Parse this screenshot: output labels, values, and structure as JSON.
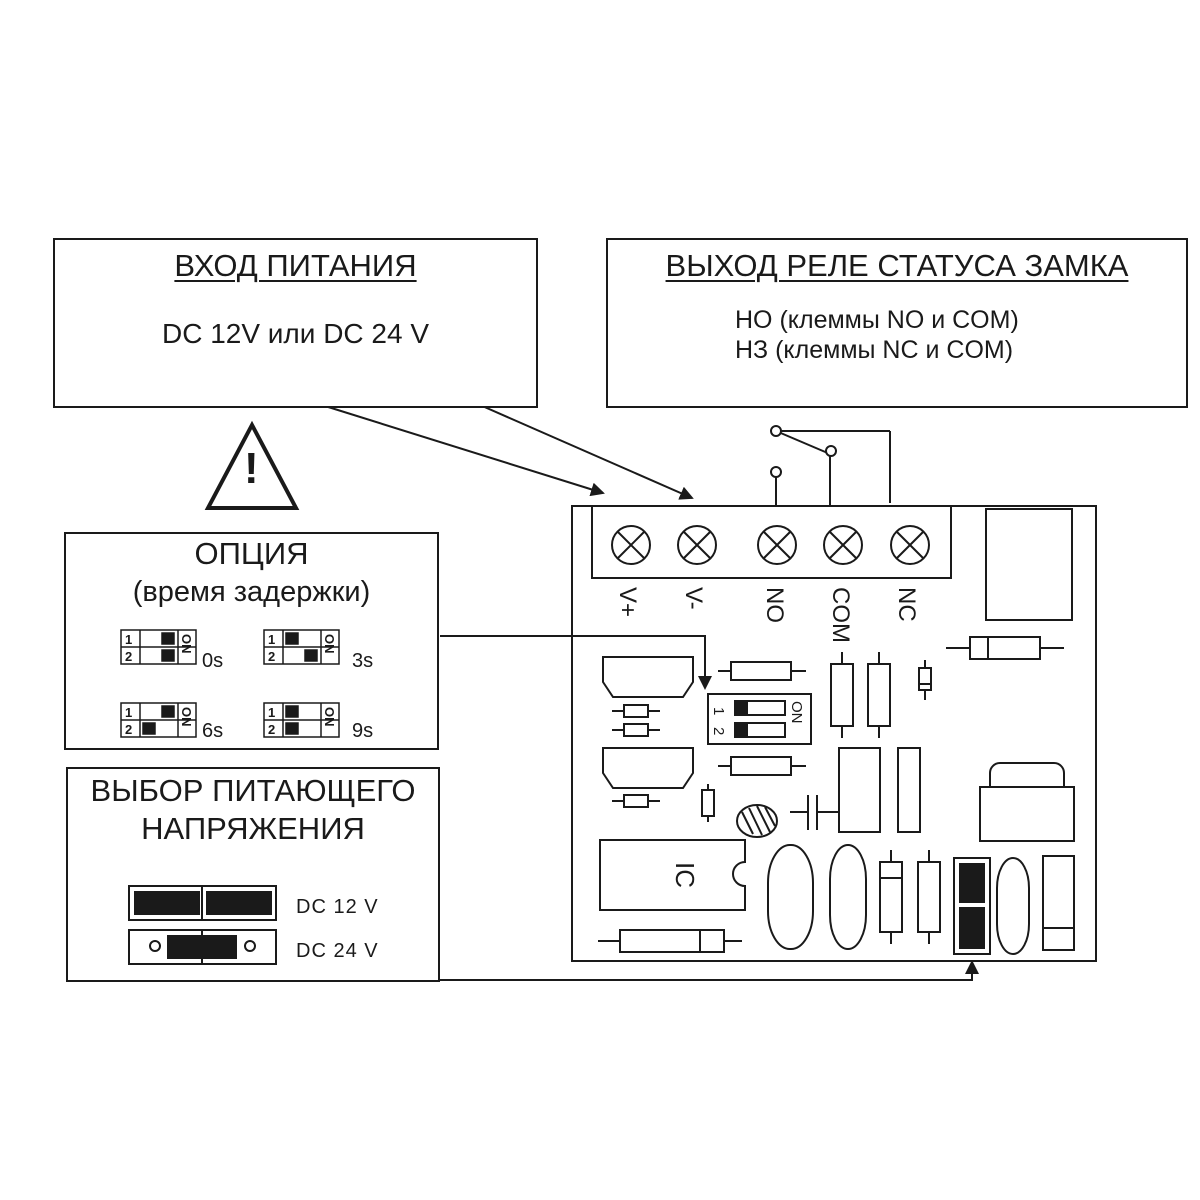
{
  "power_input": {
    "title": "ВХОД ПИТАНИЯ",
    "value": "DC 12V или DC 24 V"
  },
  "relay_output": {
    "title": "ВЫХОД РЕЛЕ СТАТУСА ЗАМКА",
    "line1": "НО (клеммы NO и COM)",
    "line2": "НЗ (клеммы NC и COM)"
  },
  "warning": {
    "symbol": "!"
  },
  "option": {
    "title": "ОПЦИЯ",
    "subtitle": "(время задержки)",
    "switch_row1": "1",
    "switch_row2": "2",
    "switch_on": "ON",
    "delays": [
      "0s",
      "3s",
      "6s",
      "9s"
    ]
  },
  "voltage_select": {
    "title_line1": "ВЫБОР ПИТАЮЩЕГО",
    "title_line2": "НАПРЯЖЕНИЯ",
    "opt_12": "DC 12 V",
    "opt_24": "DC 24 V"
  },
  "terminals": [
    "V+",
    "V-",
    "NO",
    "COM",
    "NC"
  ],
  "board": {
    "dip_on": "ON",
    "dip_1": "1",
    "dip_2": "2",
    "ic_label": "IC"
  }
}
